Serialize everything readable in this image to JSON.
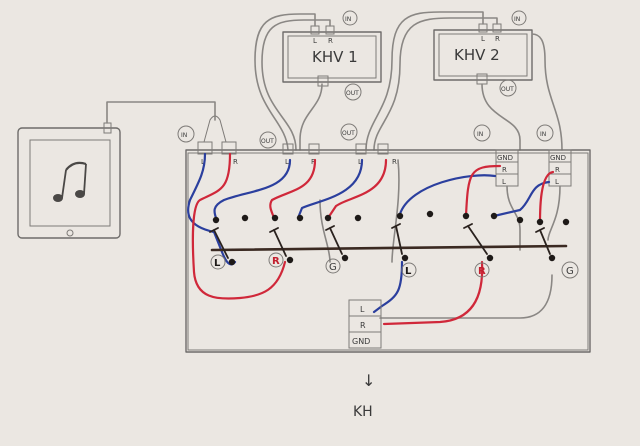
{
  "devices": {
    "khv1": {
      "label": "KHV 1",
      "in": "IN",
      "out": "OUT",
      "l": "L",
      "r": "R"
    },
    "khv2": {
      "label": "KHV 2",
      "in": "IN",
      "out": "OUT",
      "l": "L",
      "r": "R"
    }
  },
  "box": {
    "ports": {
      "in_left": "IN",
      "out1": "OUT",
      "out2": "OUT",
      "in_right1": "IN",
      "in_right2": "IN"
    },
    "pin_labels": {
      "l": "L",
      "r": "R",
      "gnd": "GND"
    },
    "switch_labels": {
      "left_l": "L",
      "left_r": "R",
      "left_g": "G",
      "right_l": "L",
      "right_r": "R",
      "right_g": "G"
    },
    "bottom_connector": {
      "l": "L",
      "r": "R",
      "gnd": "GND"
    }
  },
  "output_label": "KH",
  "arrow": "↓"
}
